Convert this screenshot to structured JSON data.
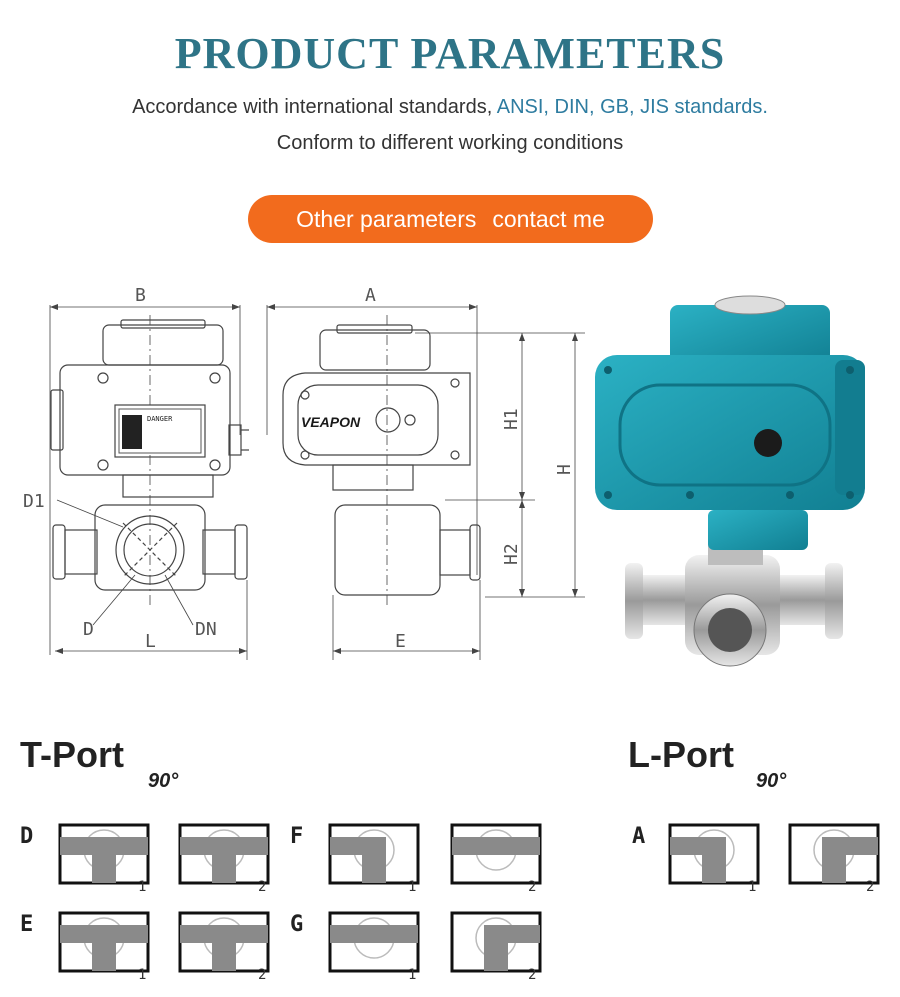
{
  "header": {
    "title": "PRODUCT PARAMETERS",
    "line1_prefix": "Accordance with international standards, ",
    "line1_highlight": "ANSI, DIN, GB, JIS standards.",
    "line2": "Conform to different working conditions"
  },
  "cta": {
    "part1": "Other parameters",
    "part2": "contact me"
  },
  "drawing": {
    "dim_b": "B",
    "dim_a": "A",
    "dim_h1": "H1",
    "dim_h2": "H2",
    "dim_h": "H",
    "dim_d1": "D1",
    "dim_d": "D",
    "dim_dn": "DN",
    "dim_l": "L",
    "dim_e": "E",
    "brand": "VEAPON",
    "danger": "DANGER"
  },
  "ports": {
    "t_title": "T-Port",
    "t_angle": "90°",
    "l_title": "L-Port",
    "l_angle": "90°",
    "row_d": "D",
    "row_e": "E",
    "row_f": "F",
    "row_g": "G",
    "row_a": "A",
    "pos1": "1",
    "pos2": "2"
  },
  "colors": {
    "title": "#2e7487",
    "accent_text": "#2e7ca0",
    "button": "#f26b1d",
    "actuator": "#1a9bb0",
    "port_fill": "#8a8a8a"
  }
}
